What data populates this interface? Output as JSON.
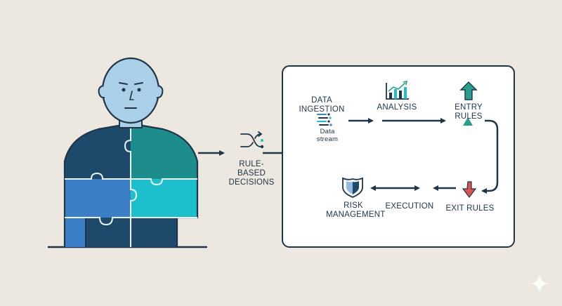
{
  "left": {
    "decision_label": [
      "RULE-BASED",
      "DECISIONS"
    ]
  },
  "flow": {
    "data_ingestion": [
      "DATA",
      "INGESTION"
    ],
    "data_stream": [
      "Data",
      "stream"
    ],
    "analysis": "ANALYSIS",
    "entry_rules": "ENTRY RULES",
    "exit_rules": "EXIT RULES",
    "execution": "EXECUTION",
    "risk_management": [
      "RISK",
      "MANAGEMENT"
    ]
  },
  "colors": {
    "background": "#ece8df",
    "navy": "#1d4a6b",
    "teal": "#1c8c8c",
    "blue": "#3b80c7",
    "cyan": "#1dbfcc",
    "head": "#a9cfe9",
    "outline": "#1e3448",
    "red": "#d9534f",
    "green": "#2a9d8f"
  },
  "icons": [
    "user-figure-icon",
    "shuffle-icon",
    "data-stream-icon",
    "bar-chart-icon",
    "arrow-up-icon",
    "triangle-up-icon",
    "arrow-down-icon",
    "shield-icon",
    "sparkle-icon"
  ]
}
